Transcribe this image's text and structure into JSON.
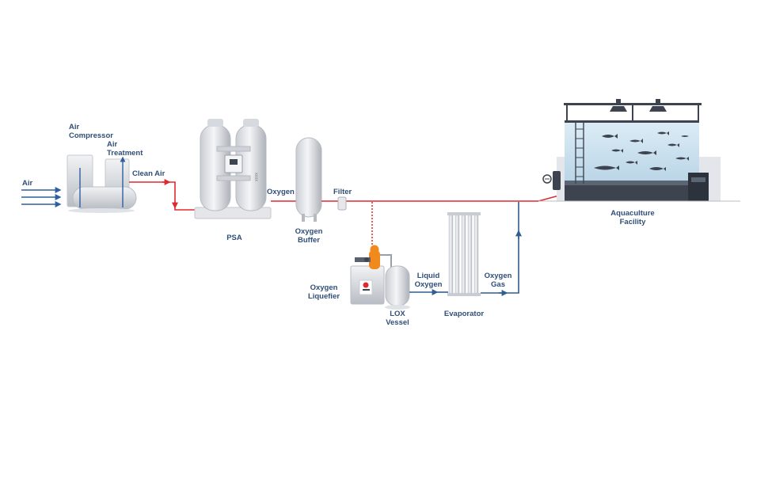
{
  "labels": {
    "air": "Air",
    "air_compressor": [
      "Air",
      "Compressor"
    ],
    "air_treatment": [
      "Air",
      "Treatment"
    ],
    "clean_air": "Clean Air",
    "psa": "PSA",
    "oxygen": "Oxygen",
    "oxygen_buffer": [
      "Oxygen",
      "Buffer"
    ],
    "filter": "Filter",
    "oxygen_liquefier": [
      "Oxygen",
      "Liquefier"
    ],
    "lox_vessel": [
      "LOX",
      "Vessel"
    ],
    "liquid_oxygen": [
      "Liquid",
      "Oxygen"
    ],
    "evaporator": "Evaporator",
    "oxygen_gas": [
      "Oxygen",
      "Gas"
    ],
    "aquaculture_facility": [
      "Aquaculture",
      "Facility"
    ]
  },
  "colors": {
    "label_text": "#2f4e78",
    "air_line": "#2f5fa0",
    "oxygen_line": "#e0282e",
    "lox_line": "#2f5f8f",
    "tank_water": "#cfe3f0",
    "steel_light": "#e8eaed",
    "steel_dark": "#3d4450",
    "accent_orange": "#f08a1c"
  },
  "icons": [
    "fish-icon",
    "fan-icon",
    "valve-icon",
    "ladder-icon"
  ]
}
